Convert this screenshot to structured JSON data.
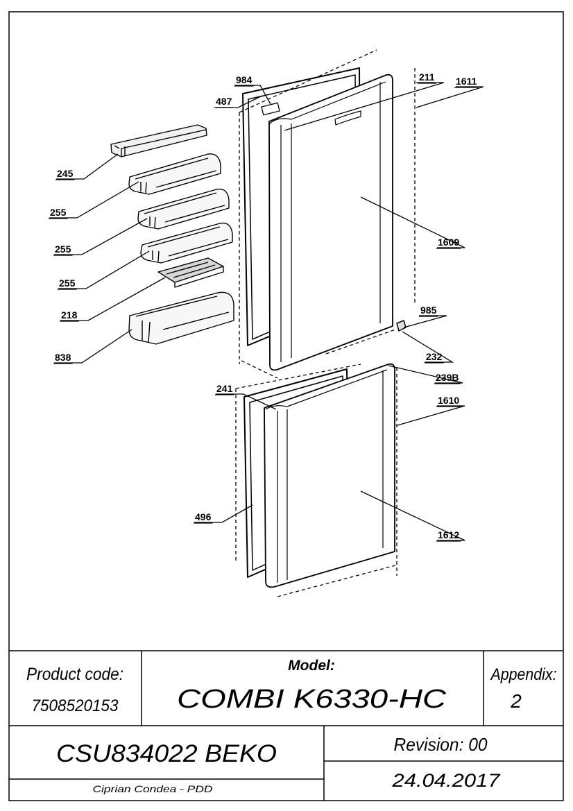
{
  "diagram": {
    "part_labels": {
      "p984": "984",
      "p487": "487",
      "p211": "211",
      "p1611": "1611",
      "p245": "245",
      "p255a": "255",
      "p255b": "255",
      "p255c": "255",
      "p1609": "1609",
      "p218": "218",
      "p985": "985",
      "p838": "838",
      "p232": "232",
      "p241": "241",
      "p239b": "239B",
      "p1610": "1610",
      "p496": "496",
      "p1612": "1612"
    }
  },
  "title_block": {
    "product_code_label": "Product code:",
    "product_code_value": "7508520153",
    "model_label": "Model:",
    "model_value": "COMBI K6330-HC",
    "appendix_label": "Appendix:",
    "appendix_value": "2",
    "document_code": "CSU834022 BEKO",
    "revision": "Revision: 00",
    "author": "Ciprian Condea - PDD",
    "date": "24.04.2017"
  }
}
